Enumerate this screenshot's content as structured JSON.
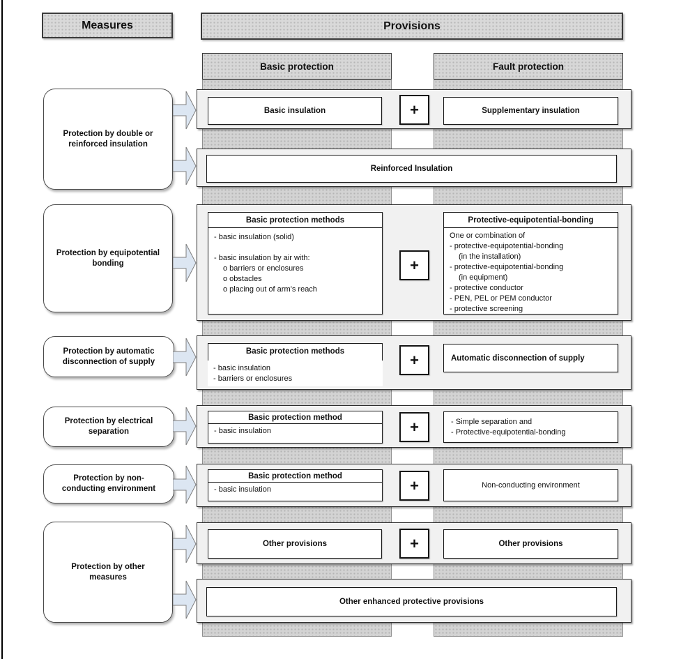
{
  "page": {
    "measures_title": "Measures",
    "provisions_title": "Provisions",
    "basic_col": "Basic protection",
    "fault_col": "Fault protection",
    "plus": "+"
  },
  "measures": {
    "m1": "Protection by double or reinforced insulation",
    "m2": "Protection by equipotential bonding",
    "m3": "Protection by automatic disconnection of supply",
    "m4": "Protection by electrical separation",
    "m5": "Protection by non-conducting environment",
    "m6": "Protection by other measures"
  },
  "rows": {
    "double_insulation": {
      "basic": "Basic insulation",
      "fault": "Supplementary insulation"
    },
    "reinforced": {
      "label": "Reinforced Insulation"
    },
    "equipotential": {
      "basic_title": "Basic protection methods",
      "basic_lines": [
        "- basic insulation (solid)",
        "",
        "- basic insulation by air with:",
        "o barriers or enclosures",
        "o obstacles",
        "o placing out of arm’s reach"
      ],
      "fault_title": "Protective-equipotential-bonding",
      "fault_lines": [
        "One or combination of",
        "- protective-equipotential-bonding",
        "(in the installation)",
        "- protective-equipotential-bonding",
        "(in equipment)",
        "- protective conductor",
        "- PEN, PEL or PEM conductor",
        "- protective screening"
      ]
    },
    "auto_disconnection": {
      "basic_title": "Basic protection methods",
      "basic_lines": [
        "- basic insulation",
        "- barriers or enclosures"
      ],
      "fault": "Automatic disconnection of supply"
    },
    "electrical_separation": {
      "basic_title": "Basic protection method",
      "basic_lines": [
        "- basic insulation"
      ],
      "fault_lines": [
        "- Simple separation and",
        "- Protective-equipotential-bonding"
      ]
    },
    "non_conducting": {
      "basic_title": "Basic protection method",
      "basic_lines": [
        "- basic insulation"
      ],
      "fault": "Non-conducting environment"
    },
    "other": {
      "basic": "Other provisions",
      "fault": "Other provisions"
    },
    "other_enhanced": {
      "label": "Other enhanced protective provisions"
    }
  },
  "colors": {
    "header_fill": "#d9d9d9",
    "strip_fill": "#d3d3d3",
    "panel_fill": "#f1f1f1",
    "arrow_fill": "#dce6f2",
    "border_dark": "#1a1a1a"
  }
}
